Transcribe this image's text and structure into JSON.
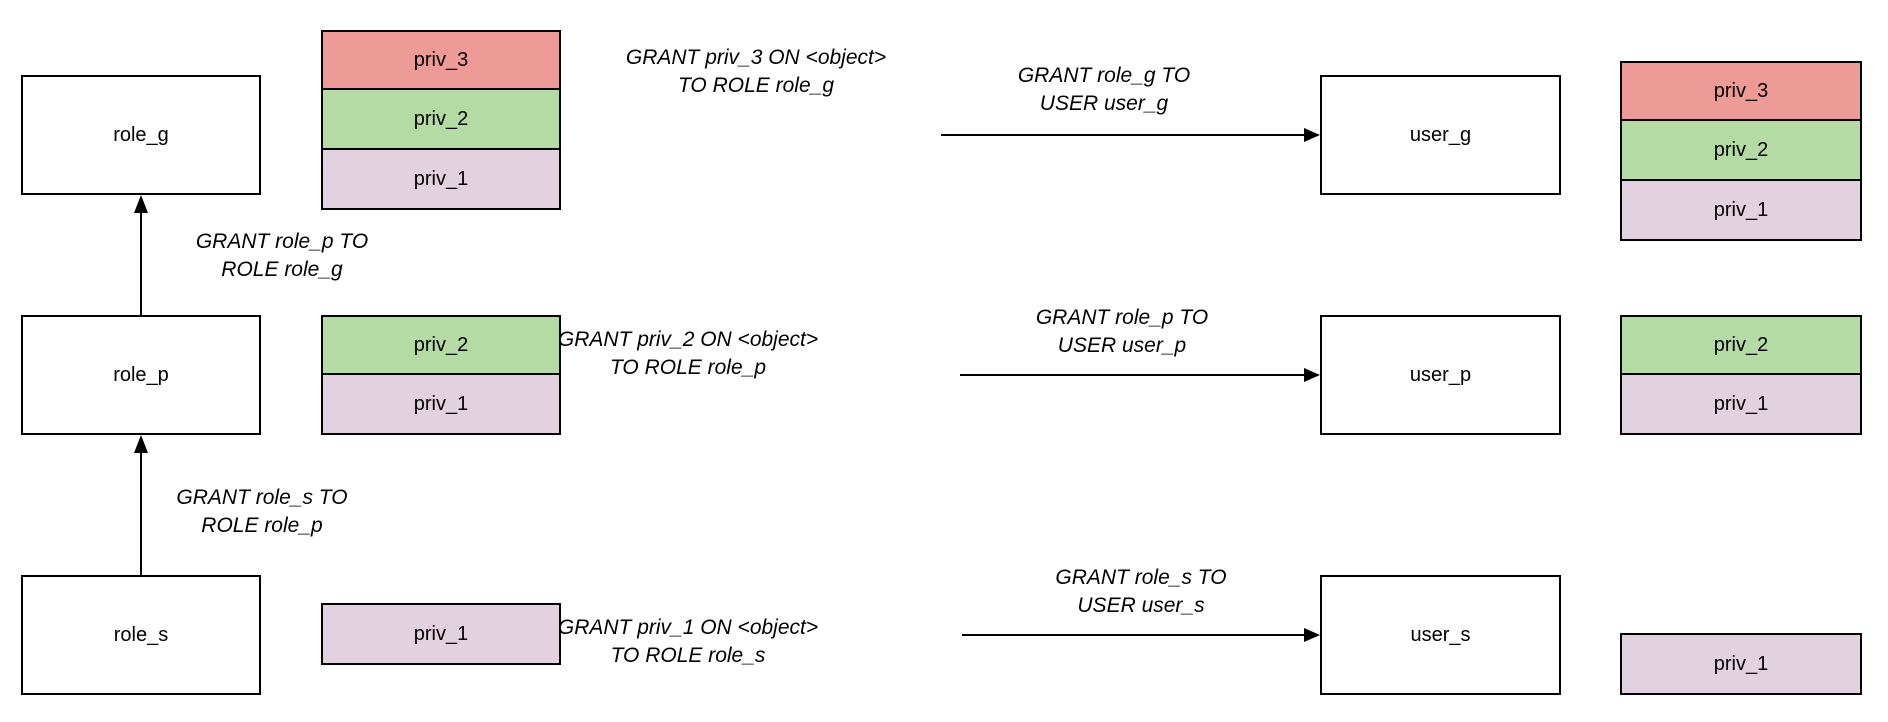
{
  "colors": {
    "priv_1": "#E2D1DE",
    "priv_2": "#B5DBA4",
    "priv_3": "#EE9B97",
    "node_fill": "#FFFFFF",
    "border": "#000000"
  },
  "rows": [
    {
      "role": "role_g",
      "user": "user_g",
      "role_privs": [
        "priv_3",
        "priv_2",
        "priv_1"
      ],
      "user_privs": [
        "priv_3",
        "priv_2",
        "priv_1"
      ],
      "grant_priv": "GRANT priv_3 ON <object>\nTO ROLE role_g",
      "grant_user": "GRANT role_g TO\nUSER user_g",
      "grant_role_up": "GRANT role_p TO\nROLE role_g"
    },
    {
      "role": "role_p",
      "user": "user_p",
      "role_privs": [
        "priv_2",
        "priv_1"
      ],
      "user_privs": [
        "priv_2",
        "priv_1"
      ],
      "grant_priv": "GRANT priv_2 ON <object>\nTO ROLE role_p",
      "grant_user": "GRANT role_p TO\nUSER user_p",
      "grant_role_up": "GRANT role_s TO\nROLE role_p"
    },
    {
      "role": "role_s",
      "user": "user_s",
      "role_privs": [
        "priv_1"
      ],
      "user_privs": [
        "priv_1"
      ],
      "grant_priv": "GRANT priv_1 ON <object>\nTO ROLE role_s",
      "grant_user": "GRANT role_s TO\nUSER user_s"
    }
  ]
}
